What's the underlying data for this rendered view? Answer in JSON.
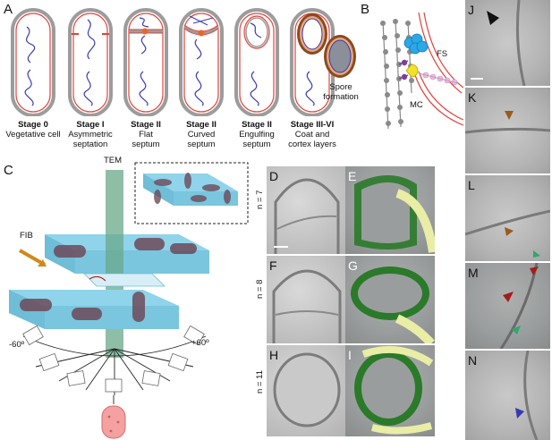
{
  "panels": {
    "A": "A",
    "B": "B",
    "C": "C",
    "D": "D",
    "E": "E",
    "F": "F",
    "G": "G",
    "H": "H",
    "I": "I",
    "J": "J",
    "K": "K",
    "L": "L",
    "M": "M",
    "N": "N"
  },
  "stages": [
    {
      "title": "Stage 0",
      "line1": "Vegetative cell",
      "line2": ""
    },
    {
      "title": "Stage I",
      "line1": "Asymmetric",
      "line2": "septation"
    },
    {
      "title": "Stage II",
      "line1": "Flat",
      "line2": "septum"
    },
    {
      "title": "Stage II",
      "line1": "Curved",
      "line2": "septum"
    },
    {
      "title": "Stage II",
      "line1": "Engulfing",
      "line2": "septum"
    },
    {
      "title": "Stage III-VI",
      "line1": "Coat and",
      "line2": "cortex layers"
    }
  ],
  "spore_label": {
    "line1": "Spore",
    "line2": "formation"
  },
  "panelB": {
    "fs": "FS",
    "mc": "MC"
  },
  "panelC": {
    "tem": "TEM",
    "fib": "FIB",
    "angle_neg": "-60º",
    "angle_pos": "+60º"
  },
  "n_labels": {
    "row1": "n = 7",
    "row2": "n = 8",
    "row3": "n = 11"
  },
  "colors": {
    "membrane_red": "#e0433b",
    "cell_gray": "#9c9c9c",
    "chromosome_blue": "#3a3ab0",
    "septum_orange": "#e8662a",
    "coat_brown": "#8a4a22",
    "septum_green": "#2a7a2a",
    "pg_yellow": "#e9eda6",
    "lamella_blue": "#8fd4ea",
    "tem_beam_green": "#6aa889",
    "arrow_black": "#111111",
    "arrow_brown": "#9a5a1e",
    "arrow_green": "#2fa86a",
    "arrow_red": "#a31c1c",
    "arrow_blue": "#3a3ab0"
  }
}
